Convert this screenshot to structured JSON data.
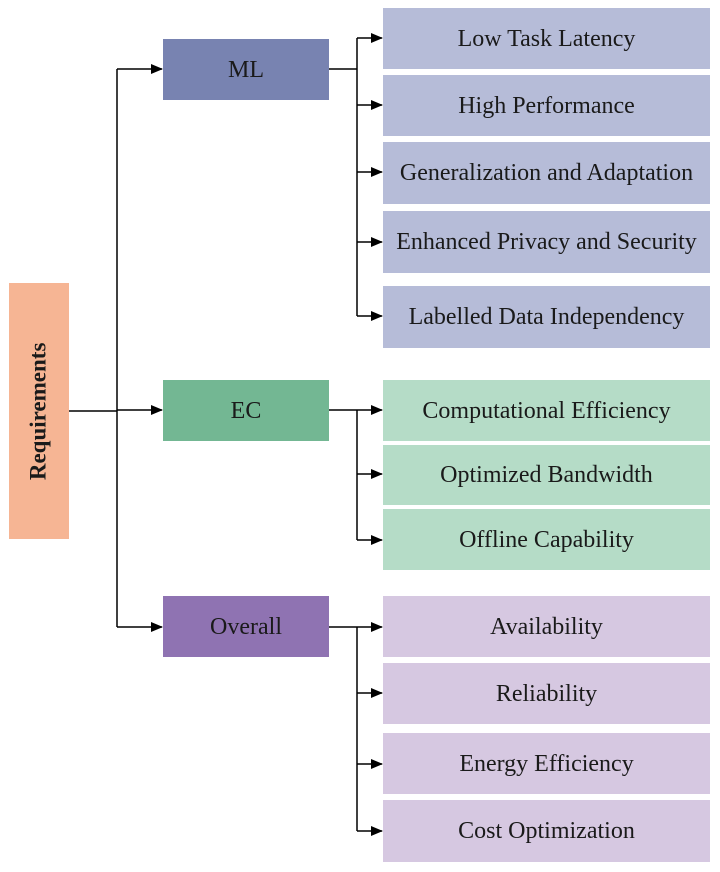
{
  "root": {
    "label": "Requirements"
  },
  "categories": [
    {
      "label": "ML",
      "items": [
        "Low Task Latency",
        "High Performance",
        "Generalization and Adaptation",
        "Enhanced Privacy and Security",
        "Labelled Data Independency"
      ]
    },
    {
      "label": "EC",
      "items": [
        "Computational Efficiency",
        "Optimized Bandwidth",
        "Offline Capability"
      ]
    },
    {
      "label": "Overall",
      "items": [
        "Availability",
        "Reliability",
        "Energy Efficiency",
        "Cost Optimization"
      ]
    }
  ],
  "colors": {
    "root": "#f6b594",
    "ml_category": "#7883b1",
    "ml_item": "#b6bcd8",
    "ec_category": "#73b793",
    "ec_item": "#b5dcc7",
    "overall_category": "#8f73b2",
    "overall_item": "#d6c8e1",
    "connector": "#000000"
  }
}
